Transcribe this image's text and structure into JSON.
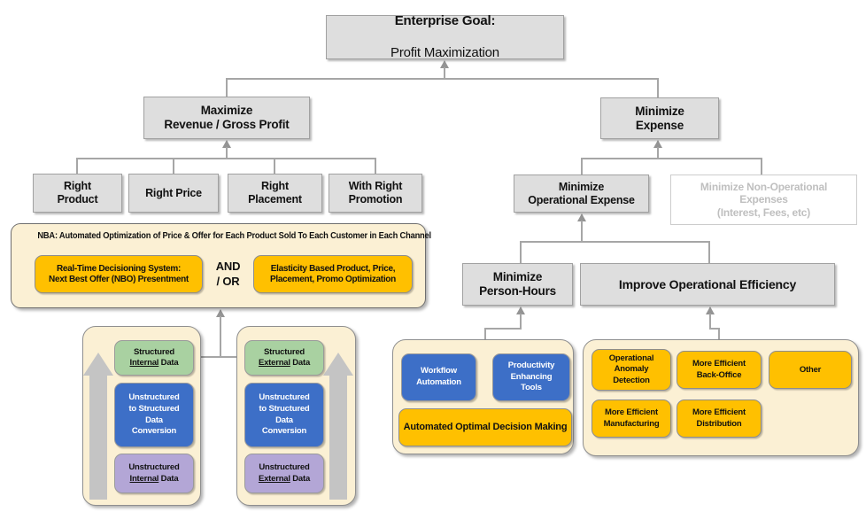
{
  "colors": {
    "node_gray_fill": "#dedede",
    "node_gray_border": "#a1a1a1",
    "connector_gray": "#a6a6a6",
    "panel_cream": "#fbf0d4",
    "gold": "#ffc000",
    "blue": "#3d6fc7",
    "green": "#a9d1a1",
    "purple": "#b3a6d6",
    "muted_text": "#bfbfbf",
    "big_arrow": "#c4c4c4"
  },
  "tree": {
    "enterprise_goal": {
      "title": "Enterprise Goal:",
      "subtitle": "Profit Maximization"
    },
    "maximize_revenue": "Maximize\nRevenue / Gross Profit",
    "minimize_expense": "Minimize\nExpense",
    "right_product": "Right\nProduct",
    "right_price": "Right Price",
    "right_placement": "Right\nPlacement",
    "with_right_promotion": "With Right\nPromotion",
    "minimize_operational_expense": "Minimize\nOperational Expense",
    "minimize_non_operational_expenses": "Minimize Non-Operational\nExpenses\n(Interest, Fees, etc)",
    "minimize_person_hours": "Minimize\nPerson-Hours",
    "improve_operational_efficiency": "Improve Operational Efficiency"
  },
  "nba_panel": {
    "label_bold": "NBA:",
    "label_rest": " Automated Optimization of Price & Offer for Each Product Sold To Each Customer in Each Channel",
    "realtime_box": "Real-Time Decisioning System:\nNext Best Offer (NBO) Presentment",
    "operator": "AND\n/ OR",
    "elasticity_box": "Elasticity Based Product, Price,\nPlacement, Promo Optimization"
  },
  "internal_data_panel": {
    "structured": {
      "pre": "Structured\n",
      "underlined": "Internal",
      "post": " Data"
    },
    "conversion": "Unstructured\nto Structured\nData\nConversion",
    "unstructured": {
      "pre": "Unstructured\n",
      "underlined": "Internal",
      "post": " Data"
    }
  },
  "external_data_panel": {
    "structured": {
      "pre": "Structured\n",
      "underlined": "External",
      "post": " Data"
    },
    "conversion": "Unstructured\nto Structured\nData\nConversion",
    "unstructured": {
      "pre": "Unstructured\n",
      "underlined": "External",
      "post": " Data"
    }
  },
  "person_hours_panel": {
    "workflow_automation": "Workflow\nAutomation",
    "productivity_tools": "Productivity\nEnhancing\nTools",
    "automated_decisions": "Automated Optimal Decision Making"
  },
  "efficiency_panel": {
    "anomaly_detection": "Operational\nAnomaly\nDetection",
    "back_office": "More Efficient\nBack-Office",
    "other": "Other",
    "manufacturing": "More Efficient\nManufacturing",
    "distribution": "More Efficient\nDistribution"
  }
}
